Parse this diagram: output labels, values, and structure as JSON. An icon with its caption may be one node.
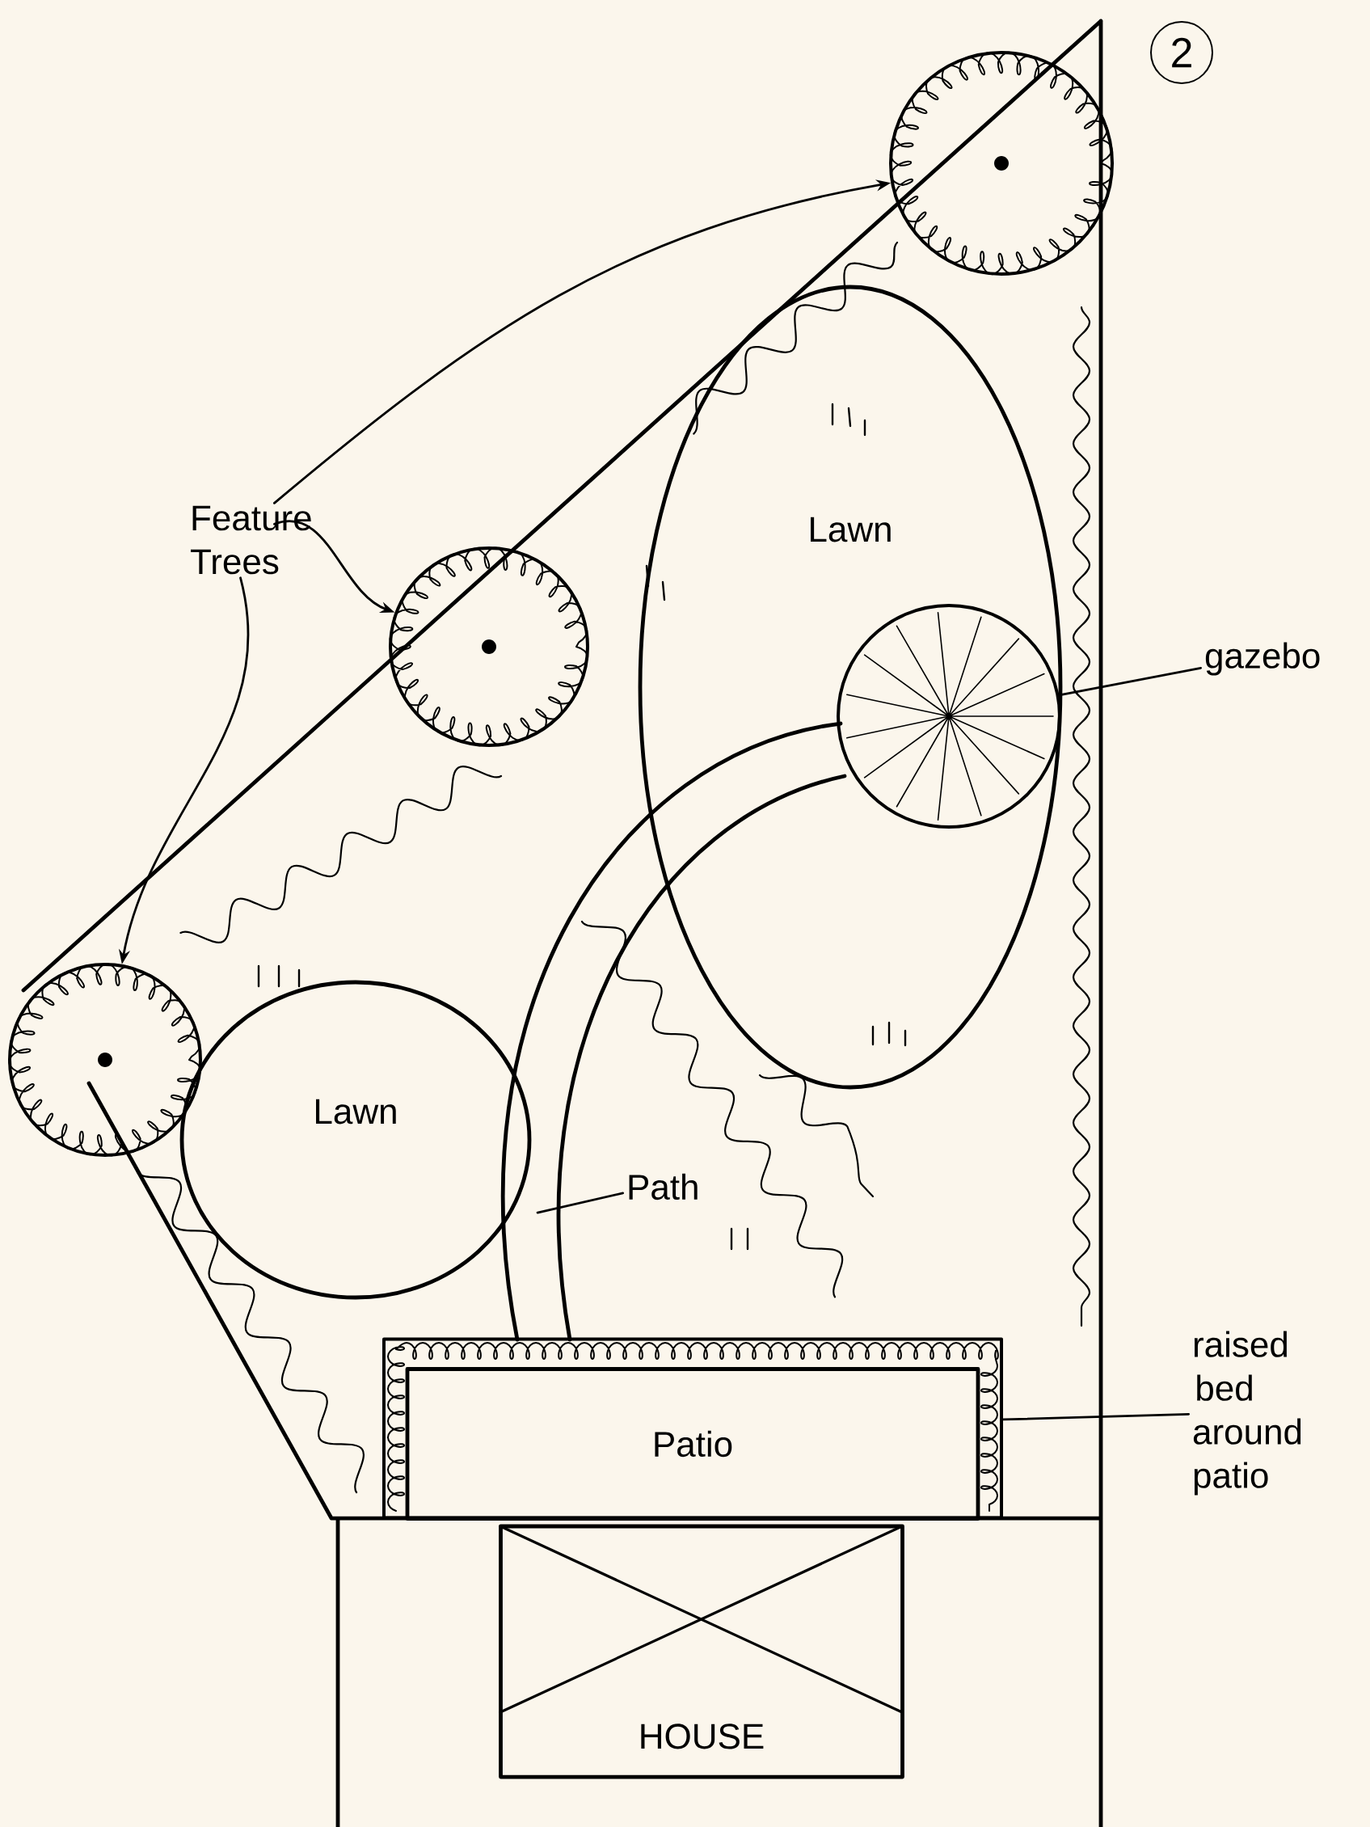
{
  "diagram": {
    "nodes": [
      {
        "text": [
          "Feature Trees"
        ]
      },
      {
        "text": [],
        "shape": "circle"
      },
      {
        "text": [],
        "shape": "circle"
      },
      {
        "text": [],
        "shape": "circle"
      },
      {
        "text": [
          "Lawn"
        ]
      },
      {
        "text": [],
        "shape": "circle",
        "in": 4
      },
      {
        "text": [
          "gazebo"
        ]
      },
      {
        "text": [
          "Lawn"
        ]
      },
      {
        "text": [
          "Path"
        ]
      },
      {
        "text": [],
        "shape": "box"
      },
      {
        "text": [
          "Patio"
        ],
        "in": 9
      },
      {
        "text": [
          "raised bed around patio"
        ]
      },
      {
        "text": [
          "HOUSE"
        ]
      }
    ],
    "edges": [
      {
        "from": 0,
        "to": 1,
        "arrow": "to"
      },
      {
        "from": 0,
        "to": 2,
        "arrow": "to"
      },
      {
        "from": 0,
        "to": 3,
        "arrow": "to"
      },
      {
        "from": 6,
        "to": 5,
        "arrow": "none"
      },
      {
        "from": 8,
        "to": null,
        "arrow": "none"
      },
      {
        "from": 11,
        "to": 9,
        "arrow": "none"
      }
    ],
    "labels": [
      "2"
    ]
  }
}
